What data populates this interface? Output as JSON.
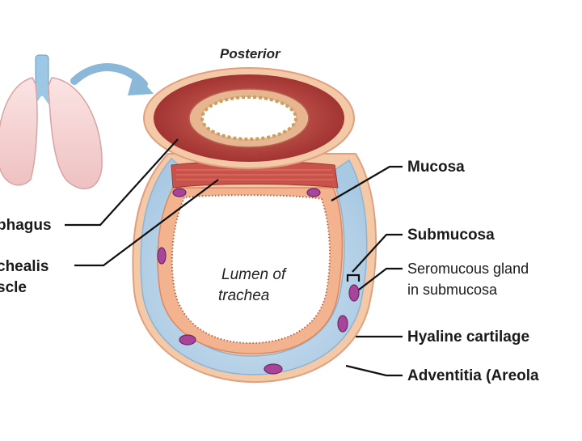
{
  "header": {
    "posterior": "Posterior"
  },
  "lumen": {
    "line1": "Lumen of",
    "line2": "trachea"
  },
  "labels": {
    "left": {
      "esophagus": "phagus",
      "trachealis_line1": "chealis",
      "trachealis_line2": "scle"
    },
    "right": {
      "mucosa": "Mucosa",
      "submucosa": "Submucosa",
      "seromucous_line1": "Seromucous gland",
      "seromucous_line2": "in submucosa",
      "hyaline": "Hyaline cartilage",
      "adventitia": "Adventitia (Areola"
    }
  },
  "colors": {
    "cartilage": "#bcd6ea",
    "mucosa": "#f2b38e",
    "esophagus": "#b8413e",
    "gland": "#a8459a",
    "lung": "#f6d6d6"
  }
}
